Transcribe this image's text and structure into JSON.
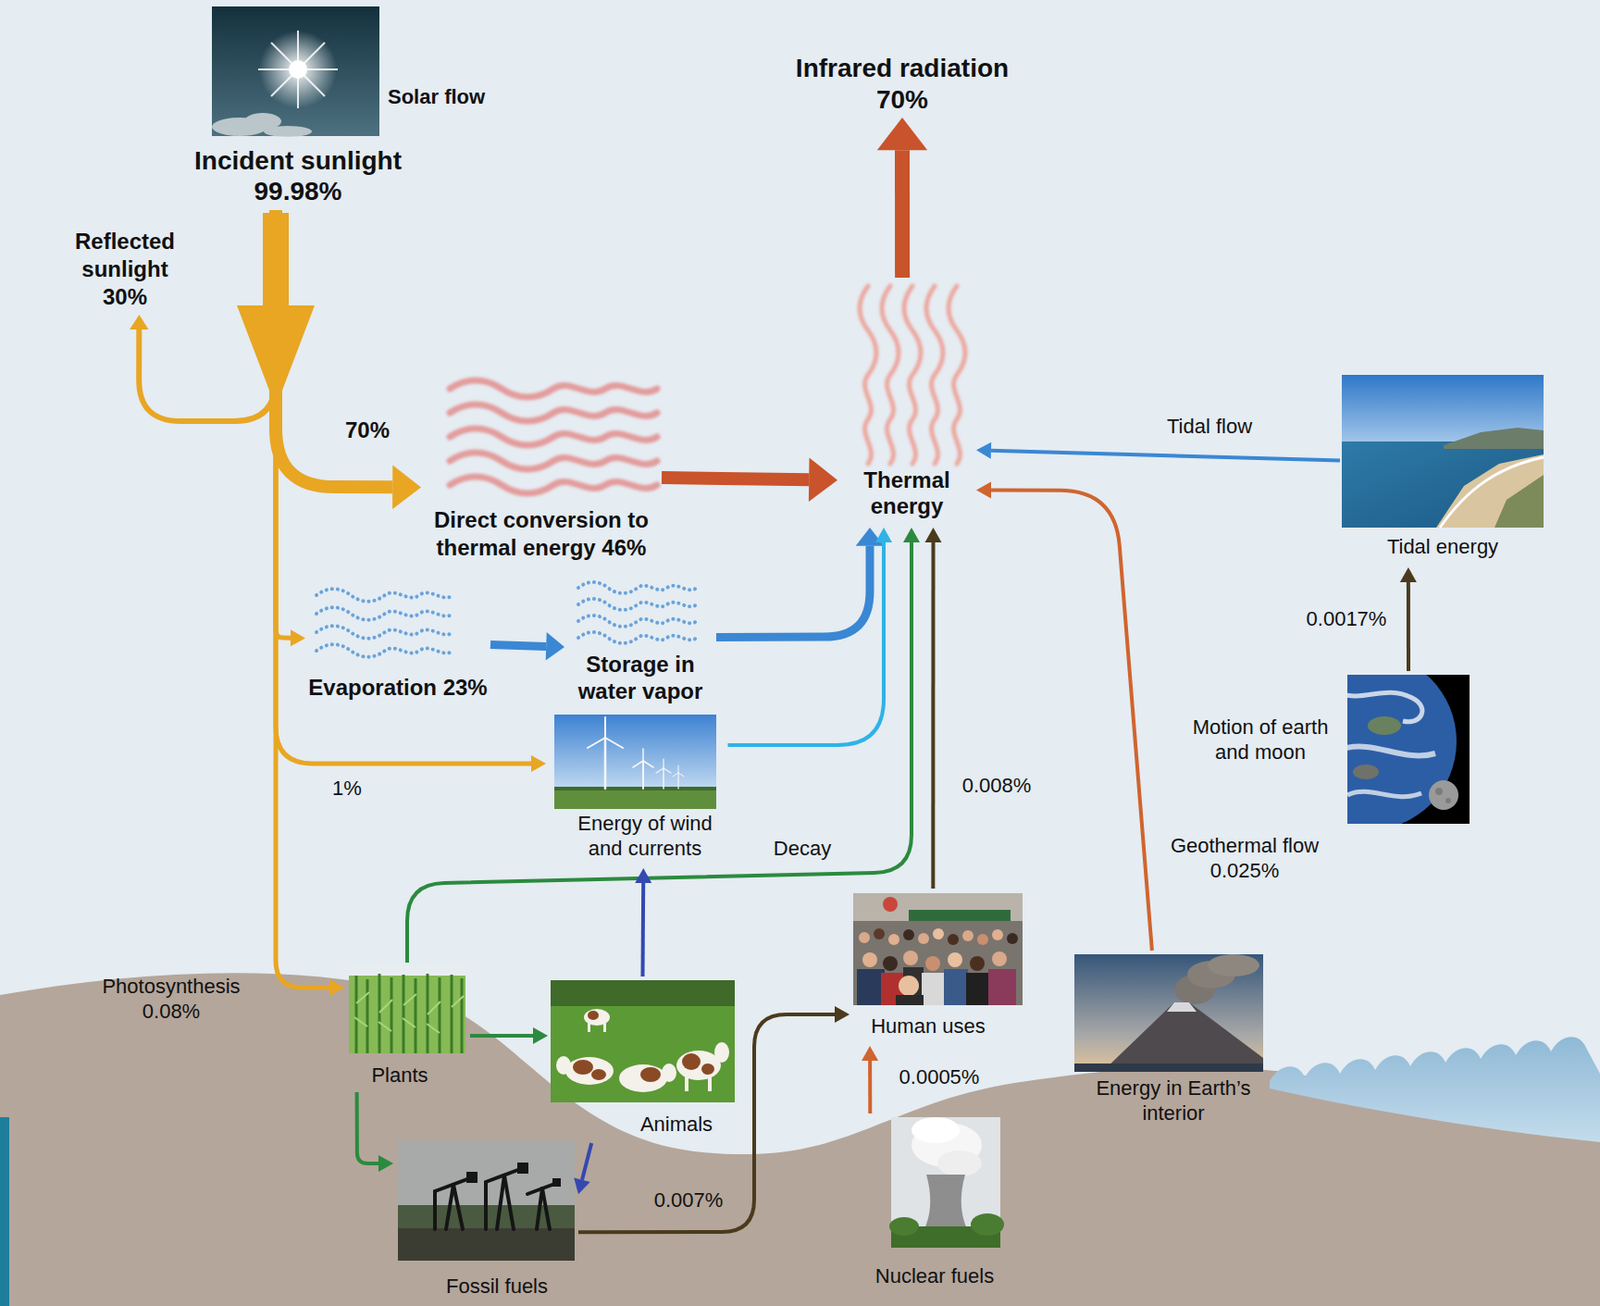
{
  "diagram": {
    "nodes": [
      {
        "text": [
          "Solar flow",
          "Incident sunlight 99.98%"
        ]
      },
      {
        "text": [
          "Reflected sunlight 30%"
        ]
      },
      {
        "text": [
          "Infrared radiation 70%"
        ]
      },
      {
        "text": [
          "Direct conversion to thermal energy 46%"
        ]
      },
      {
        "text": [
          "Thermal energy"
        ]
      },
      {
        "text": [
          "Tidal energy"
        ]
      },
      {
        "text": [
          "Evaporation 23%"
        ]
      },
      {
        "text": [
          "Storage in water vapor"
        ]
      },
      {
        "text": [
          "Energy of wind and currents"
        ]
      },
      {
        "text": [
          "Motion of earth and moon"
        ]
      },
      {
        "text": [
          "Plants"
        ]
      },
      {
        "text": [
          "Animals"
        ]
      },
      {
        "text": [
          "Human uses"
        ]
      },
      {
        "text": [
          "Energy in Earth’s interior"
        ]
      },
      {
        "text": [
          "Fossil fuels"
        ]
      },
      {
        "text": [
          "Nuclear fuels"
        ]
      }
    ],
    "edges": [
      {
        "from": 0,
        "to": 1,
        "arrow": "to"
      },
      {
        "from": 0,
        "to": 3,
        "label": "70%",
        "arrow": "to"
      },
      {
        "from": 0,
        "to": 6,
        "arrow": "to"
      },
      {
        "from": 0,
        "to": 8,
        "label": "1%",
        "arrow": "to"
      },
      {
        "from": 0,
        "to": 10,
        "label": "Photosynthesis 0.08%",
        "arrow": "to"
      },
      {
        "from": 4,
        "to": 2,
        "arrow": "to"
      },
      {
        "from": 3,
        "to": 4,
        "arrow": "to"
      },
      {
        "from": 5,
        "to": 4,
        "label": "Tidal flow",
        "arrow": "to"
      },
      {
        "from": 6,
        "to": 7,
        "arrow": "to"
      },
      {
        "from": 7,
        "to": 4,
        "arrow": "to"
      },
      {
        "from": 8,
        "to": 4,
        "arrow": "to"
      },
      {
        "from": 10,
        "to": 4,
        "label": "Decay",
        "arrow": "to"
      },
      {
        "from": 10,
        "to": 11,
        "arrow": "to"
      },
      {
        "from": 10,
        "to": 14,
        "arrow": "to"
      },
      {
        "from": 11,
        "to": 8,
        "arrow": "to"
      },
      {
        "from": 11,
        "to": 14,
        "arrow": "to"
      },
      {
        "from": 14,
        "to": 12,
        "label": "0.007%",
        "arrow": "to"
      },
      {
        "from": 15,
        "to": 12,
        "label": "0.0005%",
        "arrow": "to"
      },
      {
        "from": 12,
        "to": 4,
        "label": "0.008%",
        "arrow": "to"
      },
      {
        "from": 13,
        "to": 4,
        "label": "Geothermal flow 0.025%",
        "arrow": "to"
      },
      {
        "from": 9,
        "to": 5,
        "label": "0.0017%",
        "arrow": "to"
      }
    ]
  }
}
